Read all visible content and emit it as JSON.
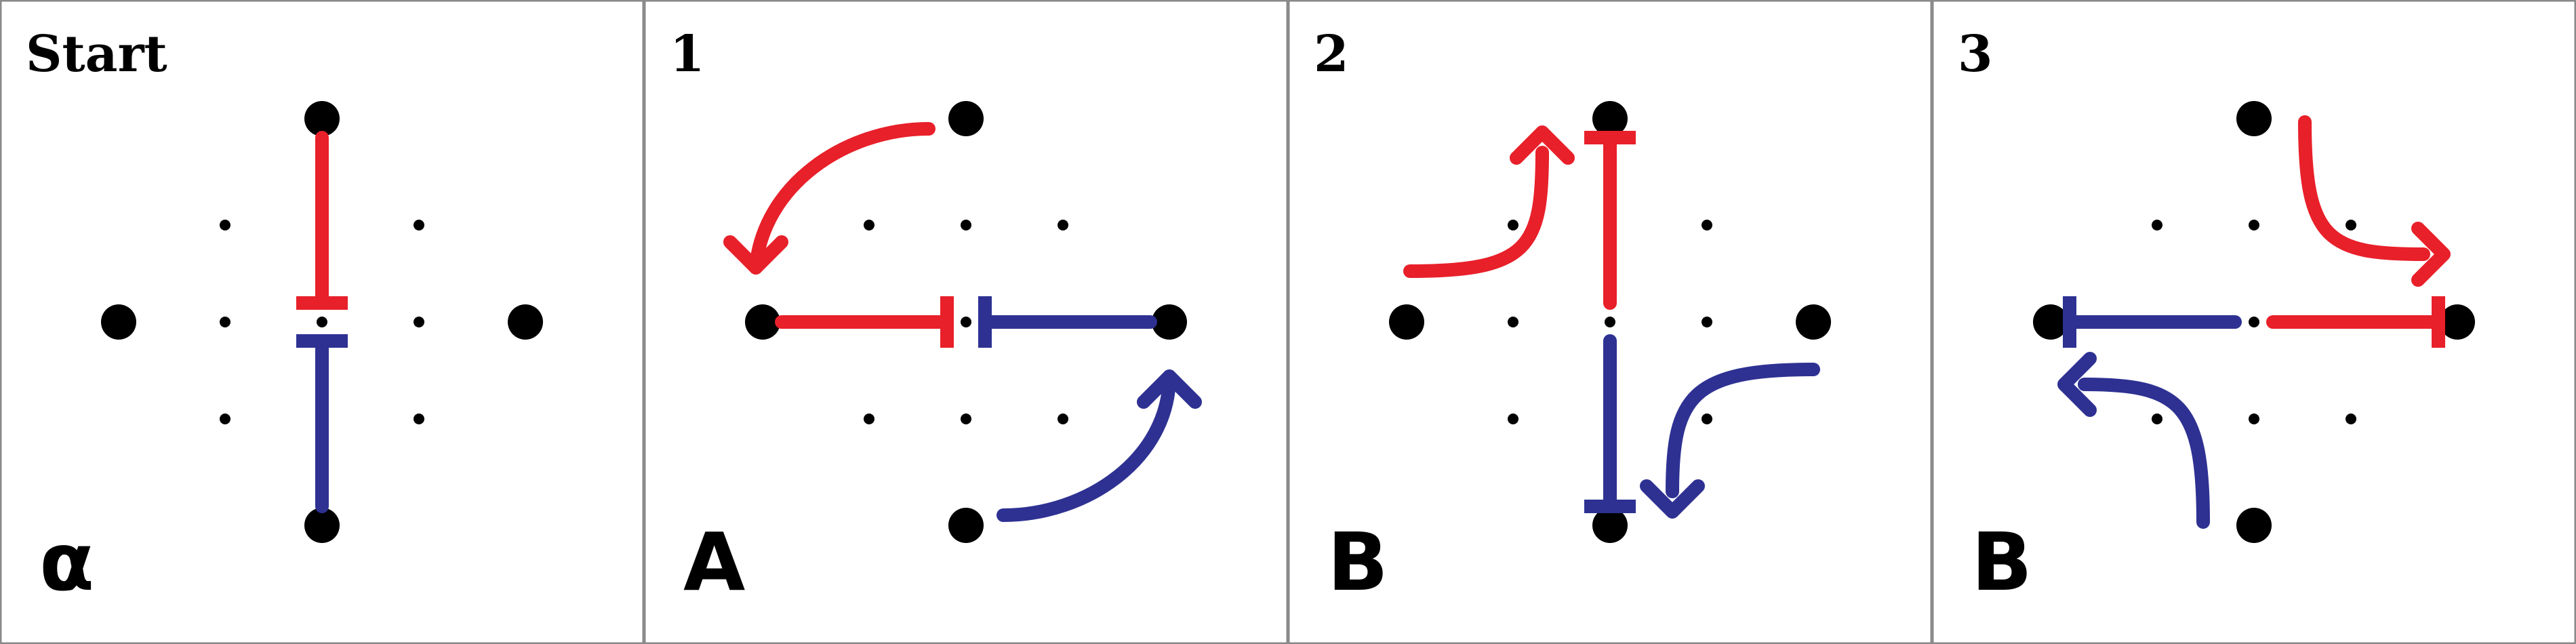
{
  "colors": {
    "red": "#e8202a",
    "blue": "#2e3192",
    "black": "#000000",
    "border": "#8a8a8a"
  },
  "panels": [
    {
      "title": "Start",
      "code": "α",
      "red": {
        "orientation": "vertical",
        "from": "up",
        "to": "center"
      },
      "blue": {
        "orientation": "vertical",
        "from": "down",
        "to": "center"
      },
      "arrows": []
    },
    {
      "title": "1",
      "code": "A",
      "red": {
        "orientation": "horizontal",
        "from": "left",
        "to": "center"
      },
      "blue": {
        "orientation": "horizontal",
        "from": "right",
        "to": "center"
      },
      "arrows": [
        {
          "color": "red",
          "from": "up",
          "to": "left"
        },
        {
          "color": "blue",
          "from": "down",
          "to": "right"
        }
      ]
    },
    {
      "title": "2",
      "code": "B",
      "red": {
        "orientation": "vertical",
        "from": "center",
        "to": "up"
      },
      "blue": {
        "orientation": "vertical",
        "from": "center",
        "to": "down"
      },
      "arrows": [
        {
          "color": "red",
          "from": "left",
          "to": "up"
        },
        {
          "color": "blue",
          "from": "right",
          "to": "down"
        }
      ]
    },
    {
      "title": "3",
      "code": "B",
      "red": {
        "orientation": "horizontal",
        "from": "center",
        "to": "right"
      },
      "blue": {
        "orientation": "horizontal",
        "from": "center",
        "to": "left"
      },
      "arrows": [
        {
          "color": "red",
          "from": "up",
          "to": "right"
        },
        {
          "color": "blue",
          "from": "down",
          "to": "left"
        }
      ]
    }
  ]
}
